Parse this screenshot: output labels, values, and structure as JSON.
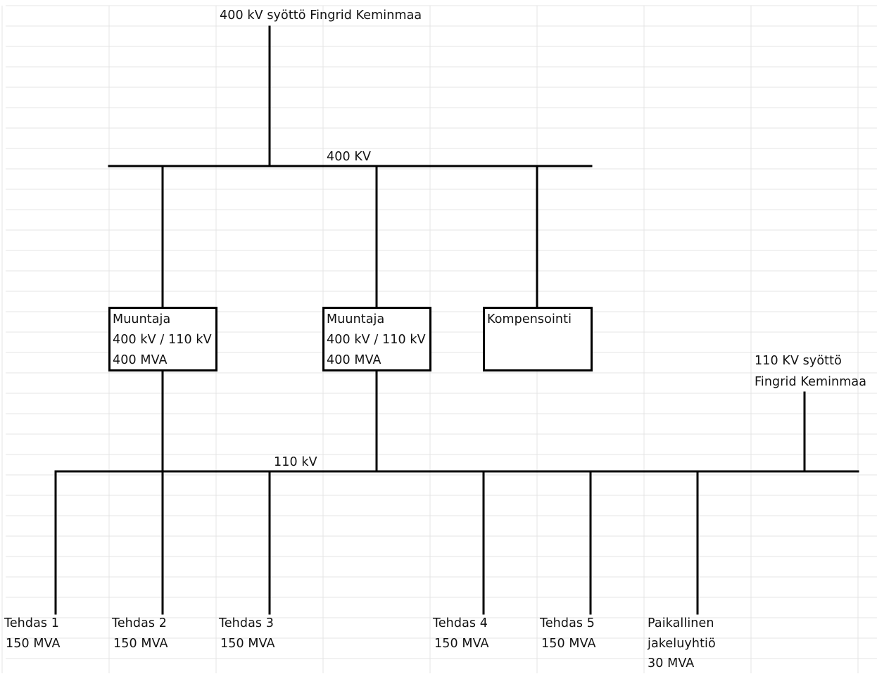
{
  "feed_400": "400 kV syöttö Fingrid Keminmaa",
  "bus_400": "400 KV",
  "bus_110": "110 kV",
  "feed_110": [
    "110 KV syöttö",
    "Fingrid Keminmaa"
  ],
  "transformers": [
    {
      "lines": [
        "Muuntaja",
        "400 kV / 110 kV",
        "400 MVA"
      ]
    },
    {
      "lines": [
        "Muuntaja",
        "400 kV / 110 kV",
        "400 MVA"
      ]
    }
  ],
  "compensation": "Kompensointi",
  "loads": [
    {
      "lines": [
        "Tehdas 1",
        "150 MVA"
      ]
    },
    {
      "lines": [
        "Tehdas 2",
        "150 MVA"
      ]
    },
    {
      "lines": [
        "Tehdas 3",
        "150 MVA"
      ]
    },
    {
      "lines": [
        "Tehdas 4",
        "150 MVA"
      ]
    },
    {
      "lines": [
        "Tehdas 5",
        "150 MVA"
      ]
    },
    {
      "lines": [
        "Paikallinen",
        "jakeluyhtiö",
        "30 MVA"
      ]
    }
  ],
  "colors": {
    "line": "#000000",
    "grid": "#e4e4e4",
    "text": "#111111"
  }
}
